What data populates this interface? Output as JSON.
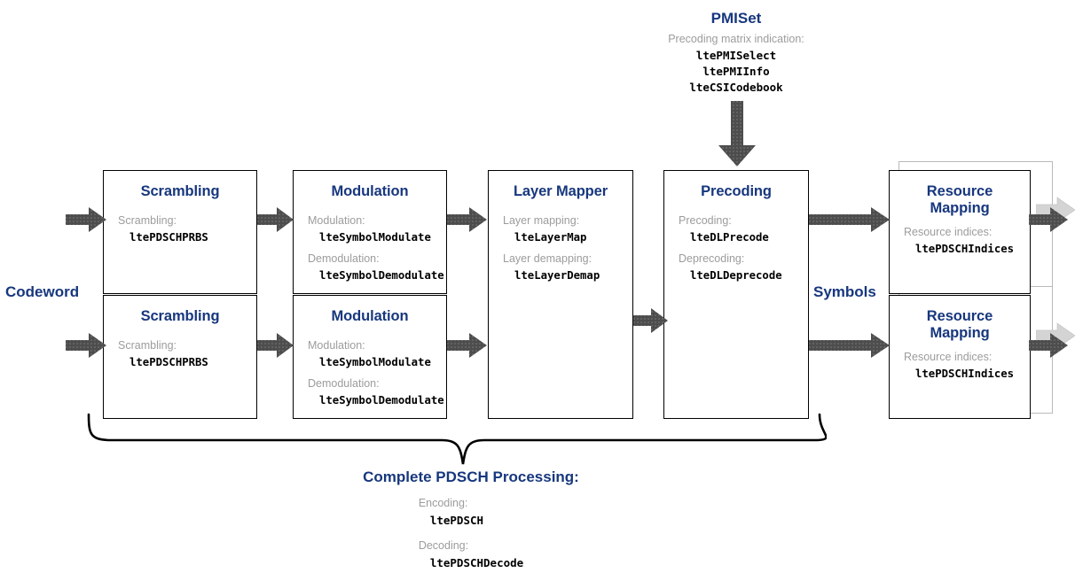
{
  "diagram": {
    "title": "LTE PDSCH processing chain",
    "accent_color": "#17377e",
    "label_color": "#9c9c9c",
    "arrow_color": "#4d4d4d",
    "ghost_color": "#d0d0d0"
  },
  "side_labels": {
    "input": "Codeword",
    "middle": "Symbols"
  },
  "top_annotation": {
    "title": "PMISet",
    "subtitle": "Precoding matrix indication:",
    "functions": [
      "ltePMISelect",
      "ltePMIInfo",
      "lteCSICodebook"
    ]
  },
  "bottom_annotation": {
    "title": "Complete PDSCH Processing:",
    "rows": [
      {
        "label": "Encoding:",
        "fn": "ltePDSCH"
      },
      {
        "label": "Decoding:",
        "fn": "ltePDSCHDecode"
      }
    ]
  },
  "blocks": {
    "scrambling_top": {
      "title": "Scrambling",
      "rows": [
        {
          "label": "Scrambling:",
          "fn": "ltePDSCHPRBS"
        }
      ]
    },
    "scrambling_bottom": {
      "title": "Scrambling",
      "rows": [
        {
          "label": "Scrambling:",
          "fn": "ltePDSCHPRBS"
        }
      ]
    },
    "modulation_top": {
      "title": "Modulation",
      "rows": [
        {
          "label": "Modulation:",
          "fn": "lteSymbolModulate"
        },
        {
          "label": "Demodulation:",
          "fn": "lteSymbolDemodulate"
        }
      ]
    },
    "modulation_bottom": {
      "title": "Modulation",
      "rows": [
        {
          "label": "Modulation:",
          "fn": "lteSymbolModulate"
        },
        {
          "label": "Demodulation:",
          "fn": "lteSymbolDemodulate"
        }
      ]
    },
    "layer_mapper": {
      "title": "Layer Mapper",
      "rows": [
        {
          "label": "Layer mapping:",
          "fn": "lteLayerMap"
        },
        {
          "label": "Layer demapping:",
          "fn": "lteLayerDemap"
        }
      ]
    },
    "precoding": {
      "title": "Precoding",
      "rows": [
        {
          "label": "Precoding:",
          "fn": "lteDLPrecode"
        },
        {
          "label": "Deprecoding:",
          "fn": "lteDLDeprecode"
        }
      ]
    },
    "resource_mapping_top": {
      "title_line1": "Resource",
      "title_line2": "Mapping",
      "rows": [
        {
          "label": "Resource indices:",
          "fn": "ltePDSCHIndices"
        }
      ]
    },
    "resource_mapping_bottom": {
      "title_line1": "Resource",
      "title_line2": "Mapping",
      "rows": [
        {
          "label": "Resource indices:",
          "fn": "ltePDSCHIndices"
        }
      ]
    }
  }
}
